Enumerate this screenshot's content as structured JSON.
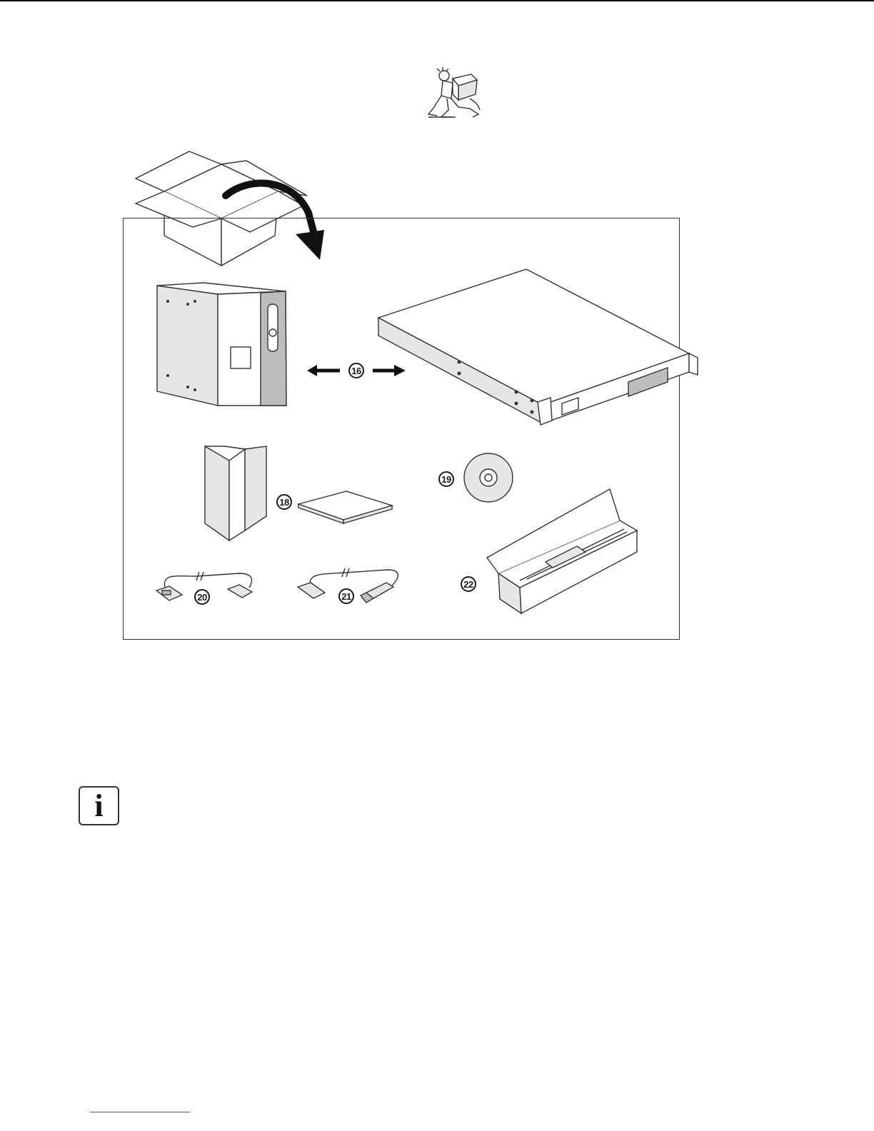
{
  "callouts": {
    "c16": "16",
    "c18": "18",
    "c19": "19",
    "c20": "20",
    "c21": "21",
    "c22": "22"
  },
  "note_icon": "i",
  "icons": {
    "mascot": "person-carrying-box-icon",
    "box": "open-cardboard-box-icon",
    "info": "info-icon"
  },
  "colors": {
    "line": "#333333",
    "fill": "#e6e6e6",
    "footer_rule": "#2e5fb0"
  }
}
